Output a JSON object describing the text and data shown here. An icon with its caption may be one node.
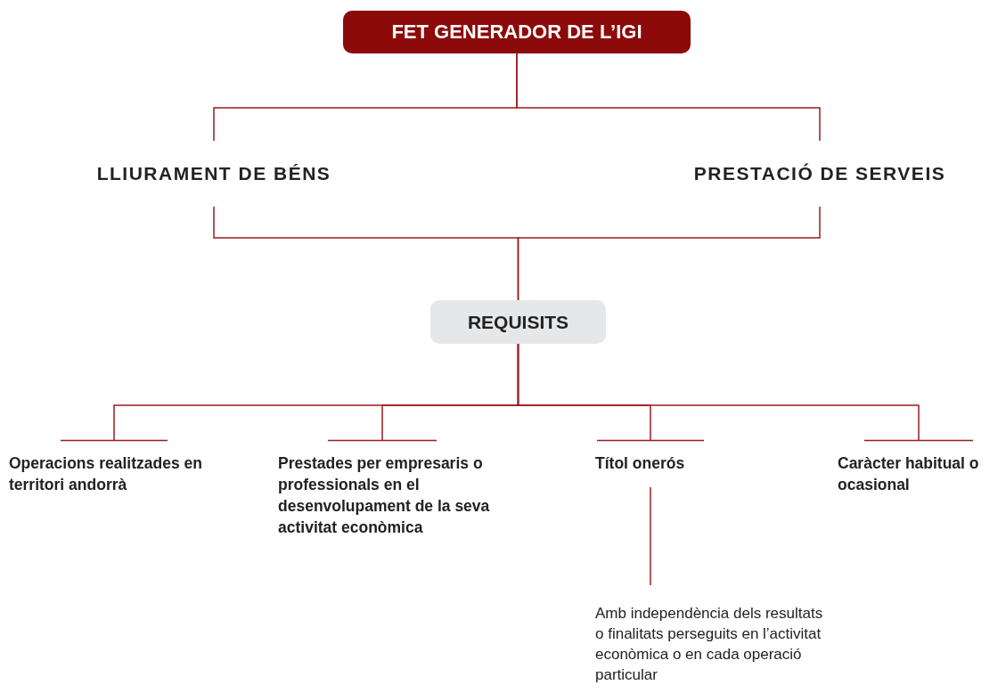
{
  "diagram": {
    "nodes": [
      {
        "text": [
          "FET GENERADOR DE L’IGI"
        ]
      },
      {
        "text": [
          "LLIURAMENT DE BÉNS"
        ]
      },
      {
        "text": [
          "PRESTACIÓ DE SERVEIS"
        ]
      },
      {
        "text": [
          "REQUISITS"
        ]
      },
      {
        "text": [
          "Operacions realitzades en territori andorrà"
        ]
      },
      {
        "text": [
          "Prestades per empresaris o professionals en el desenvolupament de la seva activitat econòmica"
        ]
      },
      {
        "text": [
          "Títol onerós"
        ]
      },
      {
        "text": [
          "Caràcter habitual o ocasional"
        ]
      },
      {
        "text": [
          "Amb independència dels resultats o finalitats perseguits en l’activitat econòmica o en cada operació particular"
        ]
      }
    ],
    "edges": [
      {
        "from": 0,
        "to": 1,
        "arrow": "none"
      },
      {
        "from": 0,
        "to": 2,
        "arrow": "none"
      },
      {
        "from": 1,
        "to": 3,
        "arrow": "none"
      },
      {
        "from": 2,
        "to": 3,
        "arrow": "none"
      },
      {
        "from": 3,
        "to": 4,
        "arrow": "none"
      },
      {
        "from": 3,
        "to": 5,
        "arrow": "none"
      },
      {
        "from": 3,
        "to": 6,
        "arrow": "none"
      },
      {
        "from": 3,
        "to": 7,
        "arrow": "none"
      },
      {
        "from": 6,
        "to": 8,
        "arrow": "none"
      }
    ]
  }
}
